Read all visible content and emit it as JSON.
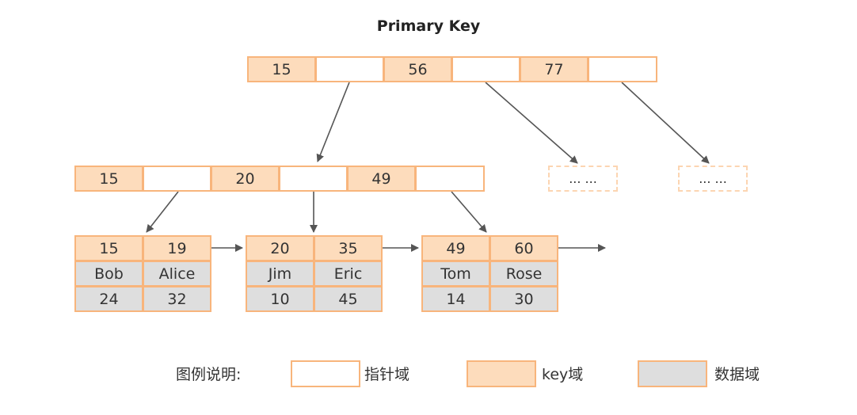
{
  "title": "Primary Key",
  "root": {
    "keys": [
      "15",
      "56",
      "77"
    ]
  },
  "internal": {
    "keys": [
      "15",
      "20",
      "49"
    ]
  },
  "placeholders": [
    "... ...",
    "... ..."
  ],
  "leaves": [
    {
      "keys": [
        "15",
        "19"
      ],
      "names": [
        "Bob",
        "Alice"
      ],
      "ages": [
        "24",
        "32"
      ]
    },
    {
      "keys": [
        "20",
        "35"
      ],
      "names": [
        "Jim",
        "Eric"
      ],
      "ages": [
        "10",
        "45"
      ]
    },
    {
      "keys": [
        "49",
        "60"
      ],
      "names": [
        "Tom",
        "Rose"
      ],
      "ages": [
        "14",
        "30"
      ]
    }
  ],
  "legend": {
    "title": "图例说明:",
    "pointer": "指针域",
    "key": "key域",
    "data": "数据域"
  },
  "colors": {
    "key_fill": "#fddcbc",
    "border": "#f8b57c",
    "data_fill": "#dedede",
    "arrow": "#555555"
  }
}
